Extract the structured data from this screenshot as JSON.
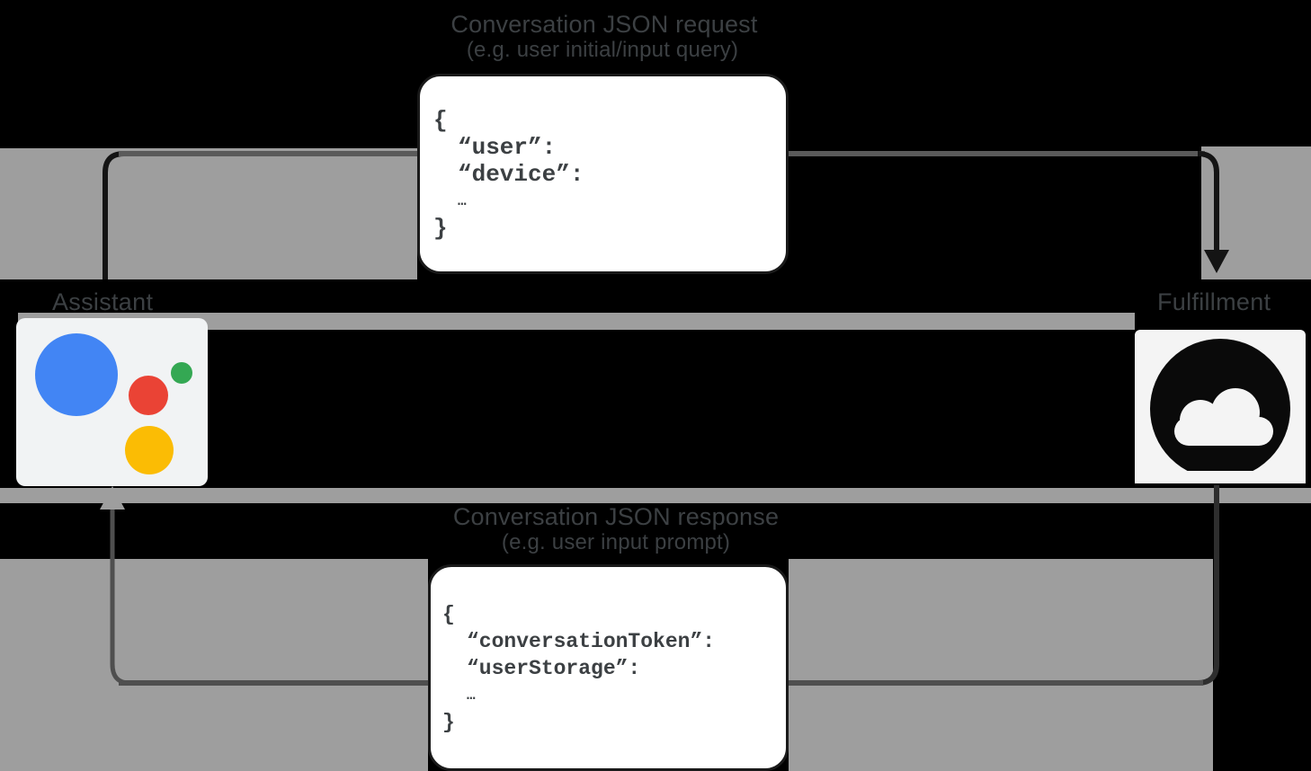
{
  "diagram": {
    "request": {
      "label_line1": "Conversation JSON request",
      "label_line2": "(e.g. user initial/input query)",
      "code": [
        "{",
        "“user”:",
        "“device”:",
        "…",
        "}"
      ]
    },
    "response": {
      "label_line1": "Conversation JSON response",
      "label_line2": "(e.g. user input prompt)",
      "code": [
        "{",
        "“conversationToken”:",
        "“userStorage”:",
        "…",
        "}"
      ]
    },
    "nodes": {
      "assistant": {
        "label": "Assistant"
      },
      "fulfillment": {
        "label": "Fulfillment"
      }
    },
    "colors": {
      "background": "#000000",
      "band_gray": "#9e9e9e",
      "arrow_dark": "#141414",
      "arrow_mid": "#5a5a5a",
      "label_text": "#3c4043",
      "card_white": "#ffffff",
      "assistant_card_bg": "#f1f3f4",
      "cloud_card_bg": "#f4f4f4",
      "assistant_blue": "#4285f4",
      "assistant_red": "#ea4335",
      "assistant_green": "#34a853",
      "assistant_yellow": "#fbbc04",
      "cloud_glyph_black": "#0a0a0a"
    }
  }
}
